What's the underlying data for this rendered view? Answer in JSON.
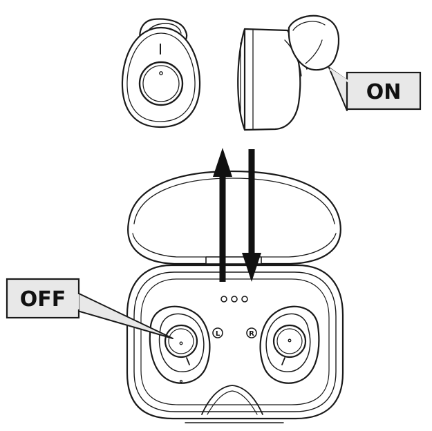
{
  "callouts": {
    "on_label": "ON",
    "off_label": "OFF"
  },
  "case": {
    "left_marker": "L",
    "right_marker": "R"
  },
  "colors": {
    "stroke": "#1a1a1a",
    "callout_fill": "#e8e8e8",
    "background": "#ffffff"
  }
}
